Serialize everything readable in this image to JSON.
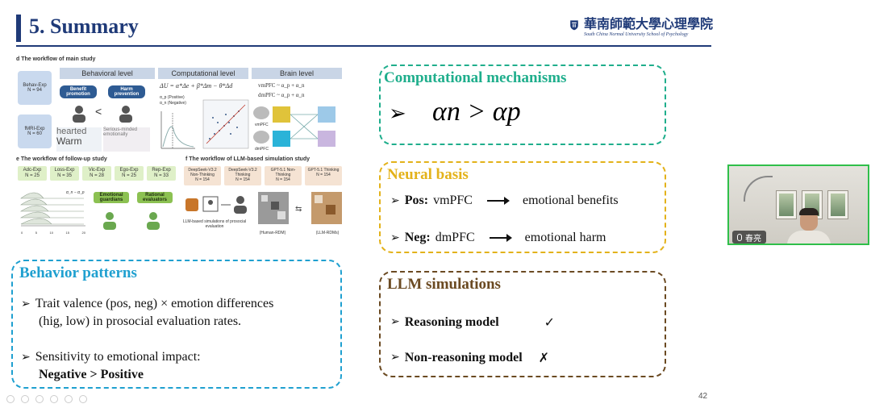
{
  "slide": {
    "title": "5. Summary",
    "logo_cn": "華南師範大學心理學院",
    "logo_en": "South China Normal University School of Psychology",
    "page_number": "42"
  },
  "figure": {
    "d_label": "d  The workflow of main study",
    "col_behavioral": "Behavioral level",
    "col_computational": "Computational level",
    "col_brain": "Brain level",
    "behav_exp": "Behav-Exp",
    "behav_n": "N = 94",
    "fmri_exp": "fMRI-Exp",
    "fmri_n": "N = 60",
    "benefit": "Benefit promotion",
    "harm": "Harm prevention",
    "lt": "<",
    "word1": "hearted",
    "word2": "Warm",
    "word3": "Serious-minded emotionally",
    "formula": "ΔU = α*Δe + β*Δm − θ*Δd",
    "formula_pos": "α_p (Positive)",
    "formula_neg": "α_n (Negative)",
    "brain_f1": "vmPFC ~ α_p + α_n",
    "brain_f2": "dmPFC ~ α_p + α_n",
    "vmpfc": "vmPFC",
    "dmpfc": "dmPFC",
    "e_label": "e  The workflow of follow-up study",
    "f_label": "f  The workflow of LLM-based simulation study",
    "exps": [
      {
        "name": "Adc-Exp",
        "n": "N = 25"
      },
      {
        "name": "Loss-Exp",
        "n": "N = 35"
      },
      {
        "name": "Vic-Exp",
        "n": "N = 28"
      },
      {
        "name": "Ego-Exp",
        "n": "N = 25"
      },
      {
        "name": "Rep-Exp",
        "n": "N = 33"
      }
    ],
    "llms": [
      {
        "name": "DeepSeek-V3.2 Non-Thinking",
        "n": "N = 154"
      },
      {
        "name": "DeepSeek-V3.2 Thinking",
        "n": "N = 154"
      },
      {
        "name": "GPT-5.1 Non-Thinking",
        "n": "N = 154"
      },
      {
        "name": "GPT-5.1 Thinking",
        "n": "N = 154"
      }
    ],
    "emotional_guardians": "Emotional guardians",
    "rational_evaluators": "Rational evaluators",
    "an_ap": "α_n − α_p",
    "llm_caption": "LLM-based simulations of prosocial evaluation",
    "human_rdm": "(Human-RDM)",
    "llm_rdm": "(LLM-RDMs)",
    "xticks": [
      "0",
      "5",
      "10",
      "15",
      "20"
    ]
  },
  "computational": {
    "title": "Computational mechanisms",
    "arrow": "➢",
    "formula": "αn > αp"
  },
  "neural": {
    "title": "Neural basis",
    "pos_label": "Pos:",
    "pos_region": "vmPFC",
    "pos_effect": "emotional benefits",
    "neg_label": "Neg:",
    "neg_region": "dmPFC",
    "neg_effect": "emotional harm"
  },
  "llm": {
    "title": "LLM simulations",
    "reasoning": "Reasoning model",
    "reasoning_mark": "✓",
    "non_reasoning": "Non-reasoning model",
    "non_reasoning_mark": "✗"
  },
  "behavior": {
    "title": "Behavior patterns",
    "bullet1_line1": "Trait valence (pos, neg) × emotion differences",
    "bullet1_line2": "(hig, low) in prosocial evaluation rates.",
    "bullet2_line1": "Sensitivity to emotional impact:",
    "bullet2_line2": "Negative > Positive"
  },
  "video": {
    "participant_name": "春亮"
  },
  "colors": {
    "title_blue": "#1f3a78",
    "teal": "#1fae8c",
    "gold": "#e3b21a",
    "brown": "#6b4a22",
    "cyan": "#1fa0d0",
    "active_speaker": "#2fbf4a"
  }
}
